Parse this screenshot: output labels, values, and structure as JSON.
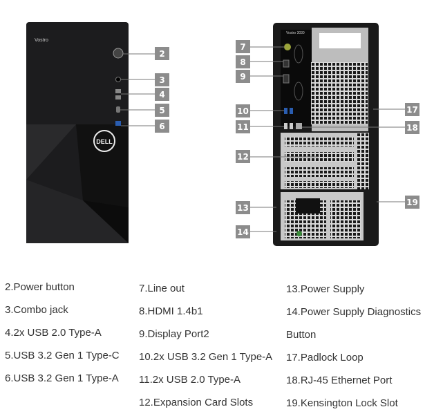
{
  "front": {
    "model_label": "Vostro",
    "brand_logo": "DELL",
    "callouts": [
      "2",
      "3",
      "4",
      "5",
      "6"
    ]
  },
  "back": {
    "model_label": "Vostro 3030",
    "callouts_left": [
      "7",
      "8",
      "9",
      "10",
      "11",
      "12",
      "13",
      "14"
    ],
    "callouts_right": [
      "17",
      "18",
      "19"
    ]
  },
  "legend": {
    "col1": [
      "2.Power button",
      "3.Combo jack",
      "4.2x USB 2.0 Type-A",
      "5.USB 3.2 Gen 1 Type-C",
      "6.USB 3.2 Gen 1 Type-A"
    ],
    "col2": [
      "7.Line out",
      "8.HDMI 1.4b1",
      "9.Display Port2",
      "10.2x USB 3.2 Gen 1 Type-A",
      "11.2x USB 2.0 Type-A",
      "12.Expansion Card Slots"
    ],
    "col3": [
      "13.Power Supply",
      "14.Power Supply Diagnostics",
      "Button",
      "17.Padlock Loop",
      "18.RJ-45 Ethernet Port",
      "19.Kensington Lock Slot"
    ]
  }
}
